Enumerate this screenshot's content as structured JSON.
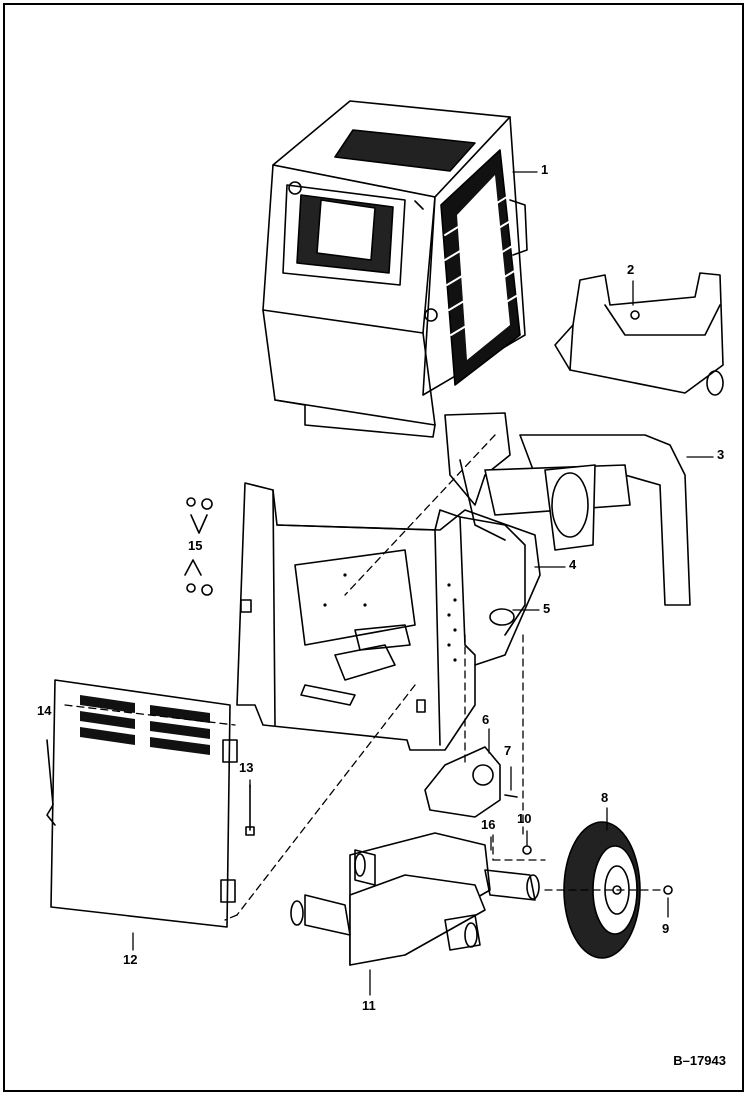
{
  "diagram": {
    "drawing_code": "B–17943",
    "callouts": [
      "1",
      "2",
      "3",
      "4",
      "5",
      "6",
      "7",
      "8",
      "9",
      "10",
      "11",
      "12",
      "13",
      "14",
      "15",
      "16"
    ]
  }
}
